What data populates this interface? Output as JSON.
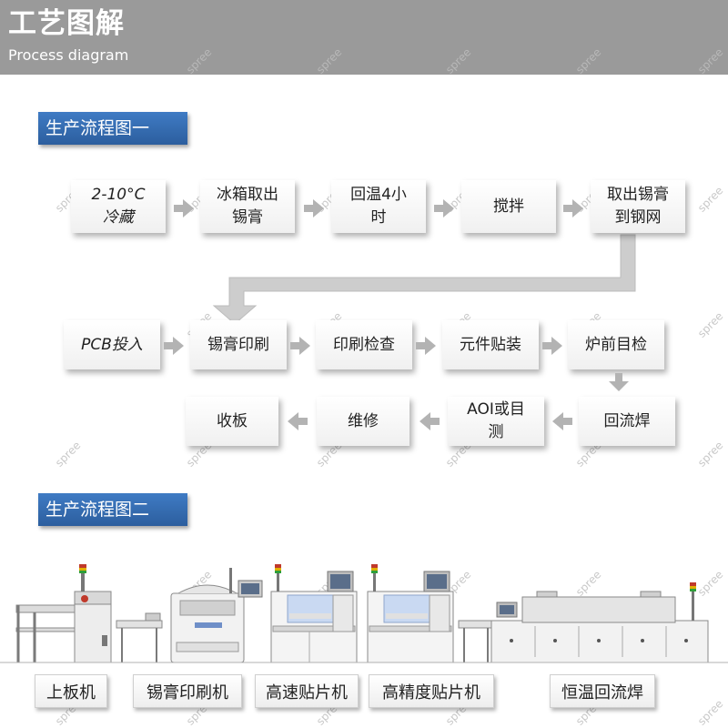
{
  "header": {
    "title": "工艺图解",
    "subtitle": "Process diagram"
  },
  "watermark": "spree",
  "flow1": {
    "title": "生产流程图一",
    "steps": [
      "2-10°C\n冷藏",
      "冰箱取出\n锡膏",
      "回温4小\n时",
      "搅拌",
      "取出锡膏\n到钢网",
      "PCB投入",
      "锡膏印刷",
      "印刷检查",
      "元件贴装",
      "炉前目检",
      "回流焊",
      "AOI或目\n测",
      "维修",
      "收板"
    ]
  },
  "flow2": {
    "title": "生产流程图二",
    "machines": [
      "上板机",
      "锡膏印刷机",
      "高速贴片机",
      "高精度贴片机",
      "恒温回流焊"
    ]
  },
  "colors": {
    "header_bg": "#9a9a9a",
    "section_bg": "#3468ad",
    "arrow": "#b3b3b3",
    "connector": "#cdcdcd"
  }
}
